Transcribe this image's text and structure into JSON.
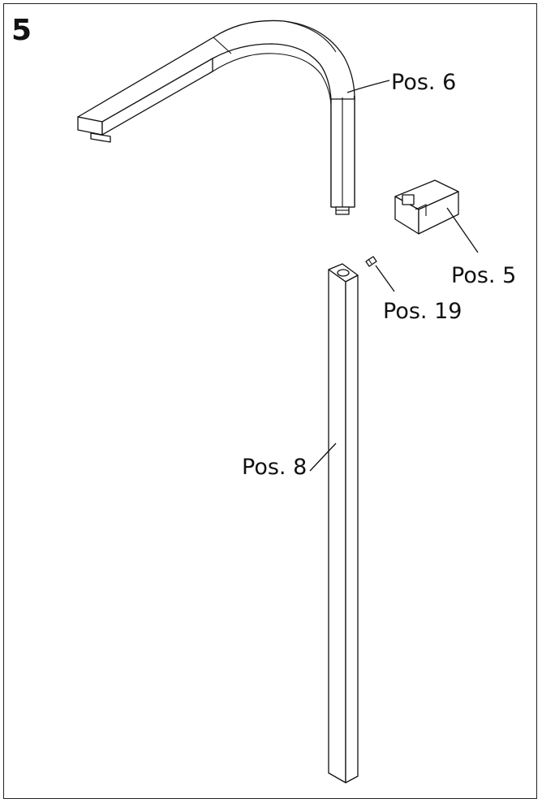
{
  "step": {
    "number": "5"
  },
  "labels": {
    "pos6": "Pos. 6",
    "pos5": "Pos. 5",
    "pos19": "Pos. 19",
    "pos8": "Pos. 8"
  },
  "colors": {
    "line": "#111111",
    "background": "#ffffff"
  }
}
